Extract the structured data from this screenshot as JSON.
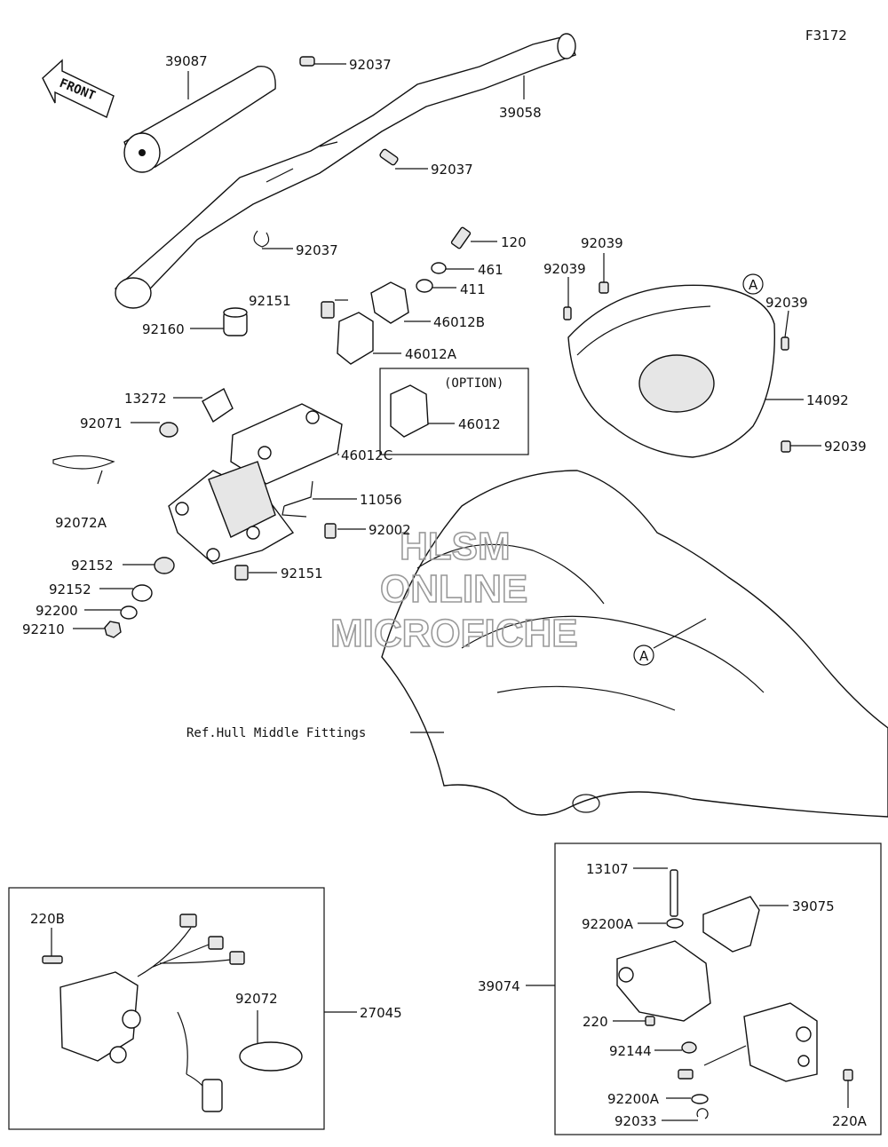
{
  "figure_id": "F3172",
  "front_label": "FRONT",
  "option_label": "(OPTION)",
  "ref_label": "Ref.Hull Middle Fittings",
  "watermark": {
    "line1": "HLSM",
    "line2": "ONLINE",
    "line3": "MICROFICHE"
  },
  "circle_ref": "A",
  "parts": {
    "p39087": "39087",
    "p92037a": "92037",
    "p39058": "39058",
    "p92037b": "92037",
    "p92037c": "92037",
    "p120": "120",
    "p461": "461",
    "p411": "411",
    "p46012b": "46012B",
    "p92151a": "92151",
    "p92160": "92160",
    "p46012a": "46012A",
    "p46012": "46012",
    "p13272": "13272",
    "p92071": "92071",
    "p46012c": "46012C",
    "p92072a": "92072A",
    "p11056": "11056",
    "p92002": "92002",
    "p92152a": "92152",
    "p92151b": "92151",
    "p92152b": "92152",
    "p92200": "92200",
    "p92210": "92210",
    "p92039a": "92039",
    "p92039b": "92039",
    "p92039c": "92039",
    "p14092": "14092",
    "p92039d": "92039",
    "p220b": "220B",
    "p92072": "92072",
    "p27045": "27045",
    "p13107": "13107",
    "p39075": "39075",
    "p92200a1": "92200A",
    "p39074": "39074",
    "p220": "220",
    "p92144": "92144",
    "p92200a2": "92200A",
    "p92033": "92033",
    "p220a": "220A"
  }
}
